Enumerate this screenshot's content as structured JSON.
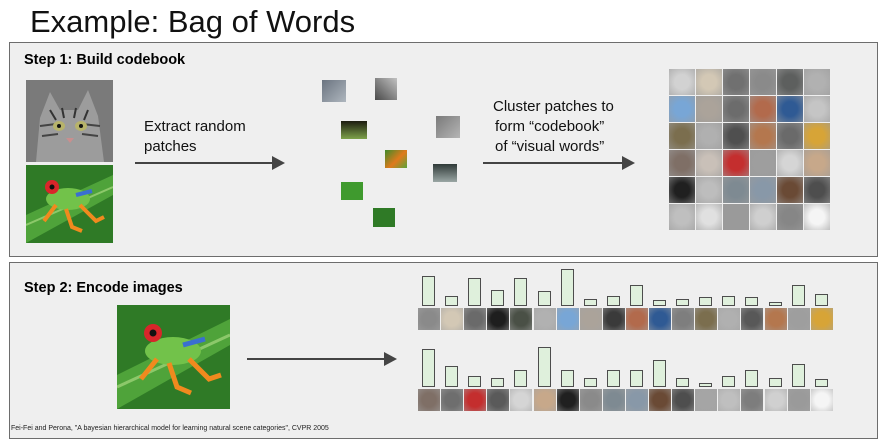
{
  "title": "Example: Bag of Words",
  "step1": {
    "heading": "Step 1: Build codebook",
    "label1": [
      "Extract random",
      "patches"
    ],
    "label2": [
      "Cluster patches to",
      "form “codebook”",
      "of “visual words”"
    ]
  },
  "step2": {
    "heading": "Step 2: Encode images"
  },
  "citation": "Fei-Fei and Perona, \"A bayesian hierarchical model for learning natural scene categories\", CVPR 2005",
  "colors": {
    "panel_bg": "#efefef",
    "bar_fill": "#dff0dc",
    "codebook": [
      "#d2d2d2",
      "#d3c8b5",
      "#707070",
      "#8a8a8a",
      "#5d5f5e",
      "#b1b1b1",
      "#78a6d6",
      "#aba39a",
      "#6c6c6c",
      "#b26a4c",
      "#2f5a94",
      "#c5c5c5",
      "#7b6e4e",
      "#b0b0b0",
      "#4f4f4f",
      "#b4774e",
      "#6a6a6a",
      "#d7a437",
      "#7f6f66",
      "#c9c0b8",
      "#c42e2e",
      "#9e9e9e",
      "#d5d5d5",
      "#c7a88a",
      "#202020",
      "#bdbdbd",
      "#7e8a92",
      "#8898a8",
      "#6a4a35",
      "#4e4e4e",
      "#bfbfbf",
      "#e0e0e0",
      "#9a9a9a",
      "#cfcfcf",
      "#868686",
      "#f5f5f5"
    ],
    "row1": [
      "#8a8a8a",
      "#d3c8b5",
      "#6a6a6a",
      "#1e1e1e",
      "#4a5046",
      "#b1b1b1",
      "#78a6d6",
      "#aba39a",
      "#3a3a3a",
      "#b26a4c",
      "#2f5a94",
      "#7e7e7e",
      "#7b6e4e",
      "#b0b0b0",
      "#585858",
      "#b4774e",
      "#9e9e9e",
      "#d7a437"
    ],
    "row2": [
      "#7f6f66",
      "#6e6e6e",
      "#c42e2e",
      "#5a5a5a",
      "#d5d5d5",
      "#c7a88a",
      "#202020",
      "#8a8a8a",
      "#7e8a92",
      "#8898a8",
      "#6a4a35",
      "#4e4e4e",
      "#a5a5a5",
      "#bfbfbf",
      "#7d7d7d",
      "#d0d0d0",
      "#9a9a9a",
      "#f5f5f5"
    ]
  },
  "histograms": {
    "encode_1": [
      1.0,
      0.35,
      0.95,
      0.55,
      0.95,
      0.5,
      1.25,
      0.25,
      0.35,
      0.7,
      0.2,
      0.25,
      0.3,
      0.35,
      0.3,
      0.15,
      0.7,
      0.4
    ],
    "encode_2": [
      1.0,
      0.55,
      0.3,
      0.25,
      0.45,
      1.05,
      0.45,
      0.25,
      0.45,
      0.45,
      0.7,
      0.25,
      0.1,
      0.3,
      0.45,
      0.25,
      0.6,
      0.2
    ]
  }
}
